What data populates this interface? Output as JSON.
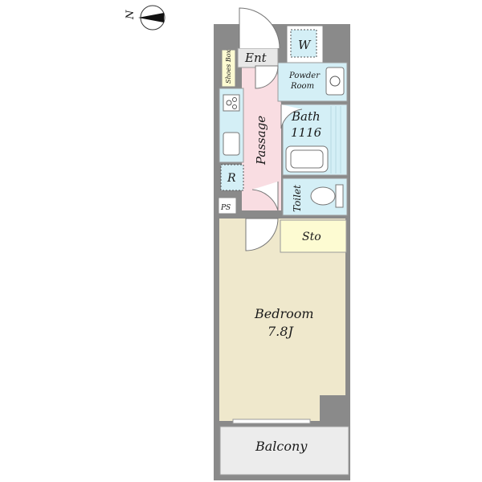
{
  "compass": {
    "north_label": "N"
  },
  "rooms": {
    "entrance": "Ent",
    "shoes_box": "Shoes Box",
    "powder_room_line1": "Powder",
    "powder_room_line2": "Room",
    "washer": "W",
    "bath_line1": "Bath",
    "bath_line2": "1116",
    "passage": "Passage",
    "refrigerator": "R",
    "pipe_space": "PS",
    "toilet": "Toilet",
    "storage": "Sto",
    "bedroom_line1": "Bedroom",
    "bedroom_line2": "7.8J",
    "balcony": "Balcony"
  },
  "colors": {
    "wall": "#8a8a8a",
    "passage": "#f9dde2",
    "wet_area": "#d4eff6",
    "bedroom": "#efe8cc",
    "storage": "#fdfbd2",
    "balcony": "#ececec",
    "entrance": "#e8e8e8"
  }
}
